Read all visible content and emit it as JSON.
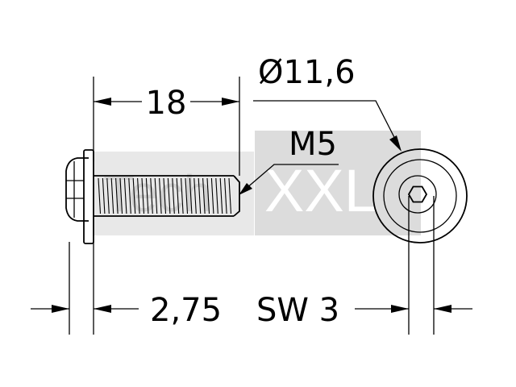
{
  "watermark": {
    "part1": "Tech",
    "part2": "XXL",
    "color": "#dcdcdc"
  },
  "dimensions": {
    "length": "18",
    "head_diameter": "Ø11,6",
    "thread": "M5",
    "head_height": "2,75",
    "hex_key": "SW 3"
  },
  "colors": {
    "line": "#000000",
    "background": "#ffffff"
  }
}
